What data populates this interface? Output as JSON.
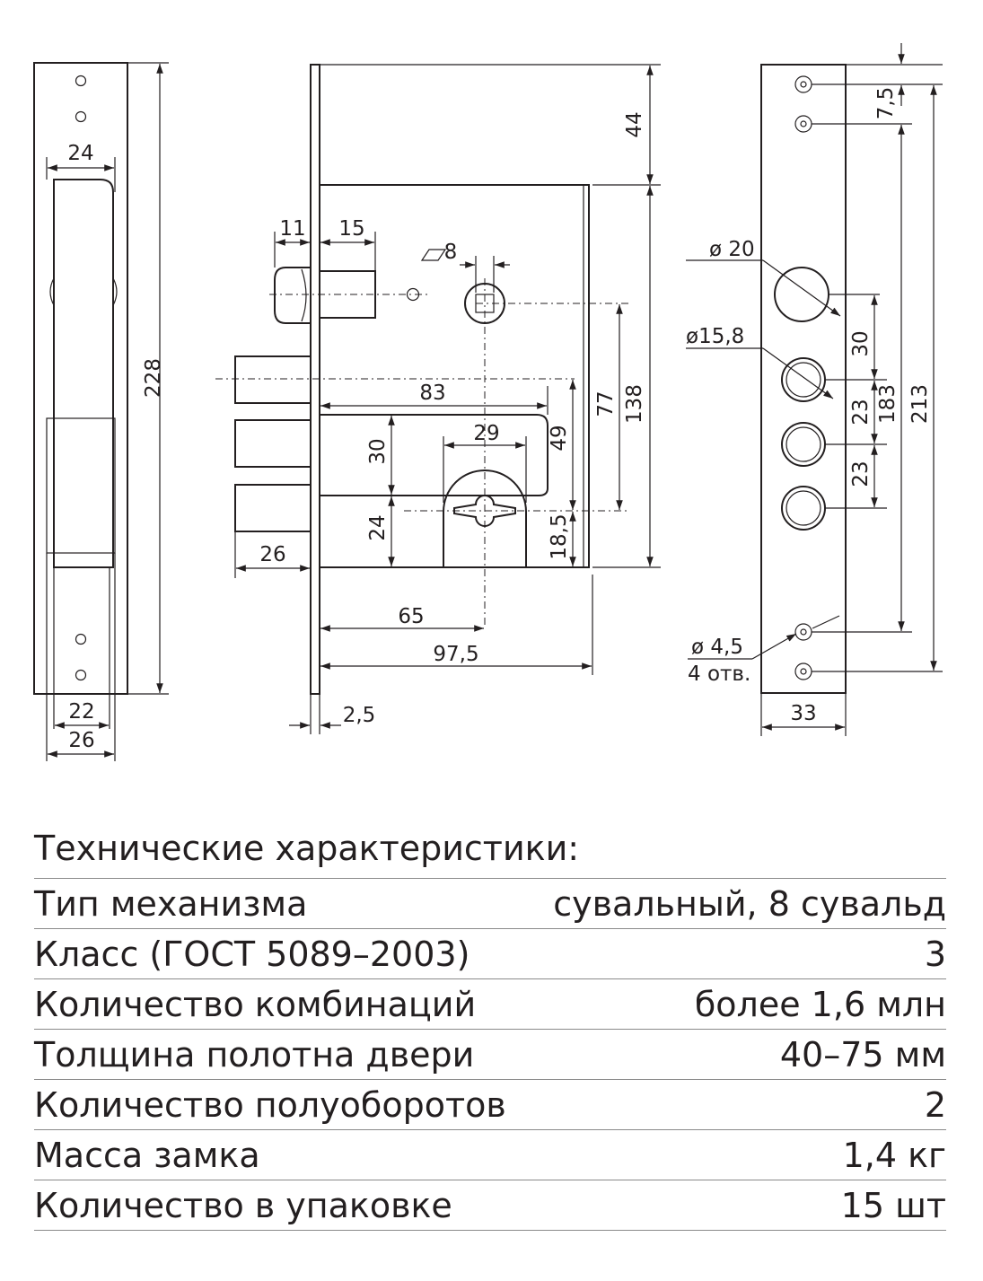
{
  "dimensions": {
    "left_24": "24",
    "left_228": "228",
    "left_22": "22",
    "left_26": "26",
    "mid_44": "44",
    "mid_11": "11",
    "mid_15": "15",
    "mid_sq8": "8",
    "mid_83": "83",
    "mid_77": "77",
    "mid_138": "138",
    "mid_30": "30",
    "mid_29": "29",
    "mid_49": "49",
    "mid_24": "24",
    "mid_18_5": "18,5",
    "mid_26": "26",
    "mid_65": "65",
    "mid_97_5": "97,5",
    "mid_2_5": "2,5",
    "right_7_5": "7,5",
    "right_d20": "ø 20",
    "right_d15_8": "ø15,8",
    "right_30": "30",
    "right_23a": "23",
    "right_183": "183",
    "right_213": "213",
    "right_23b": "23",
    "right_d4_5": "ø 4,5",
    "right_holes": "4 отв.",
    "right_33": "33"
  },
  "specs": {
    "title": "Технические характеристики:",
    "rows": [
      {
        "label": "Тип механизма",
        "value": "сувальный, 8 сувальд"
      },
      {
        "label": "Класс (ГОСТ 5089–2003)",
        "value": "3"
      },
      {
        "label": "Количество комбинаций",
        "value": "более 1,6 млн"
      },
      {
        "label": "Толщина полотна двери",
        "value": "40–75 мм"
      },
      {
        "label": "Количество полуоборотов",
        "value": "2"
      },
      {
        "label": "Масса замка",
        "value": "1,4 кг"
      },
      {
        "label": "Количество в упаковке",
        "value": "15 шт"
      }
    ]
  }
}
